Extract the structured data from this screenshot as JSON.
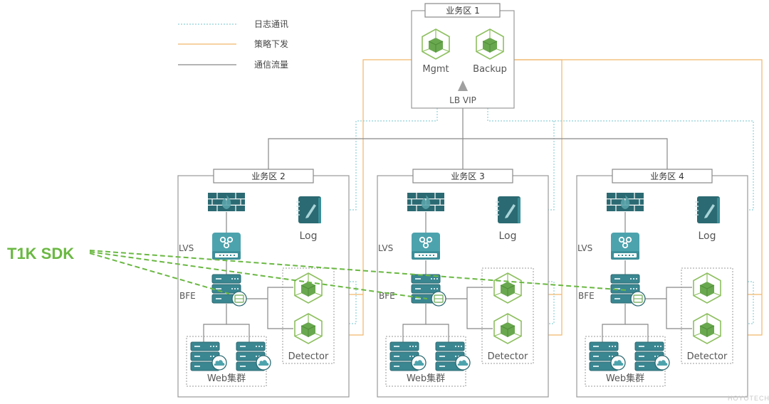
{
  "legend": [
    {
      "label": "日志通讯",
      "style": "dotted",
      "color": "#8fd0d6"
    },
    {
      "label": "策略下发",
      "style": "solid",
      "color": "#f0b66a"
    },
    {
      "label": "通信流量",
      "style": "solid",
      "color": "#888888"
    }
  ],
  "colors": {
    "log_line": "#8fd0d6",
    "policy_line": "#f0b66a",
    "traffic_line": "#888888",
    "sdk_green": "#6ab842",
    "icon_teal": "#2b6a72",
    "icon_light_teal": "#4da3ad",
    "cube_green": "#6aa84f"
  },
  "sdk_label": "T1K SDK",
  "zone1": {
    "title": "业务区 1",
    "mgmt": "Mgmt",
    "backup": "Backup",
    "lbvip": "LB VIP"
  },
  "zones": [
    {
      "title": "业务区 2",
      "lvs": "LVS",
      "bfe": "BFE",
      "log": "Log",
      "detector": "Detector",
      "web": "Web集群"
    },
    {
      "title": "业务区 3",
      "lvs": "LVS",
      "bfe": "BFE",
      "log": "Log",
      "detector": "Detector",
      "web": "Web集群"
    },
    {
      "title": "业务区 4",
      "lvs": "LVS",
      "bfe": "BFE",
      "log": "Log",
      "detector": "Detector",
      "web": "Web集群"
    }
  ],
  "watermark": "HOYOTECH"
}
